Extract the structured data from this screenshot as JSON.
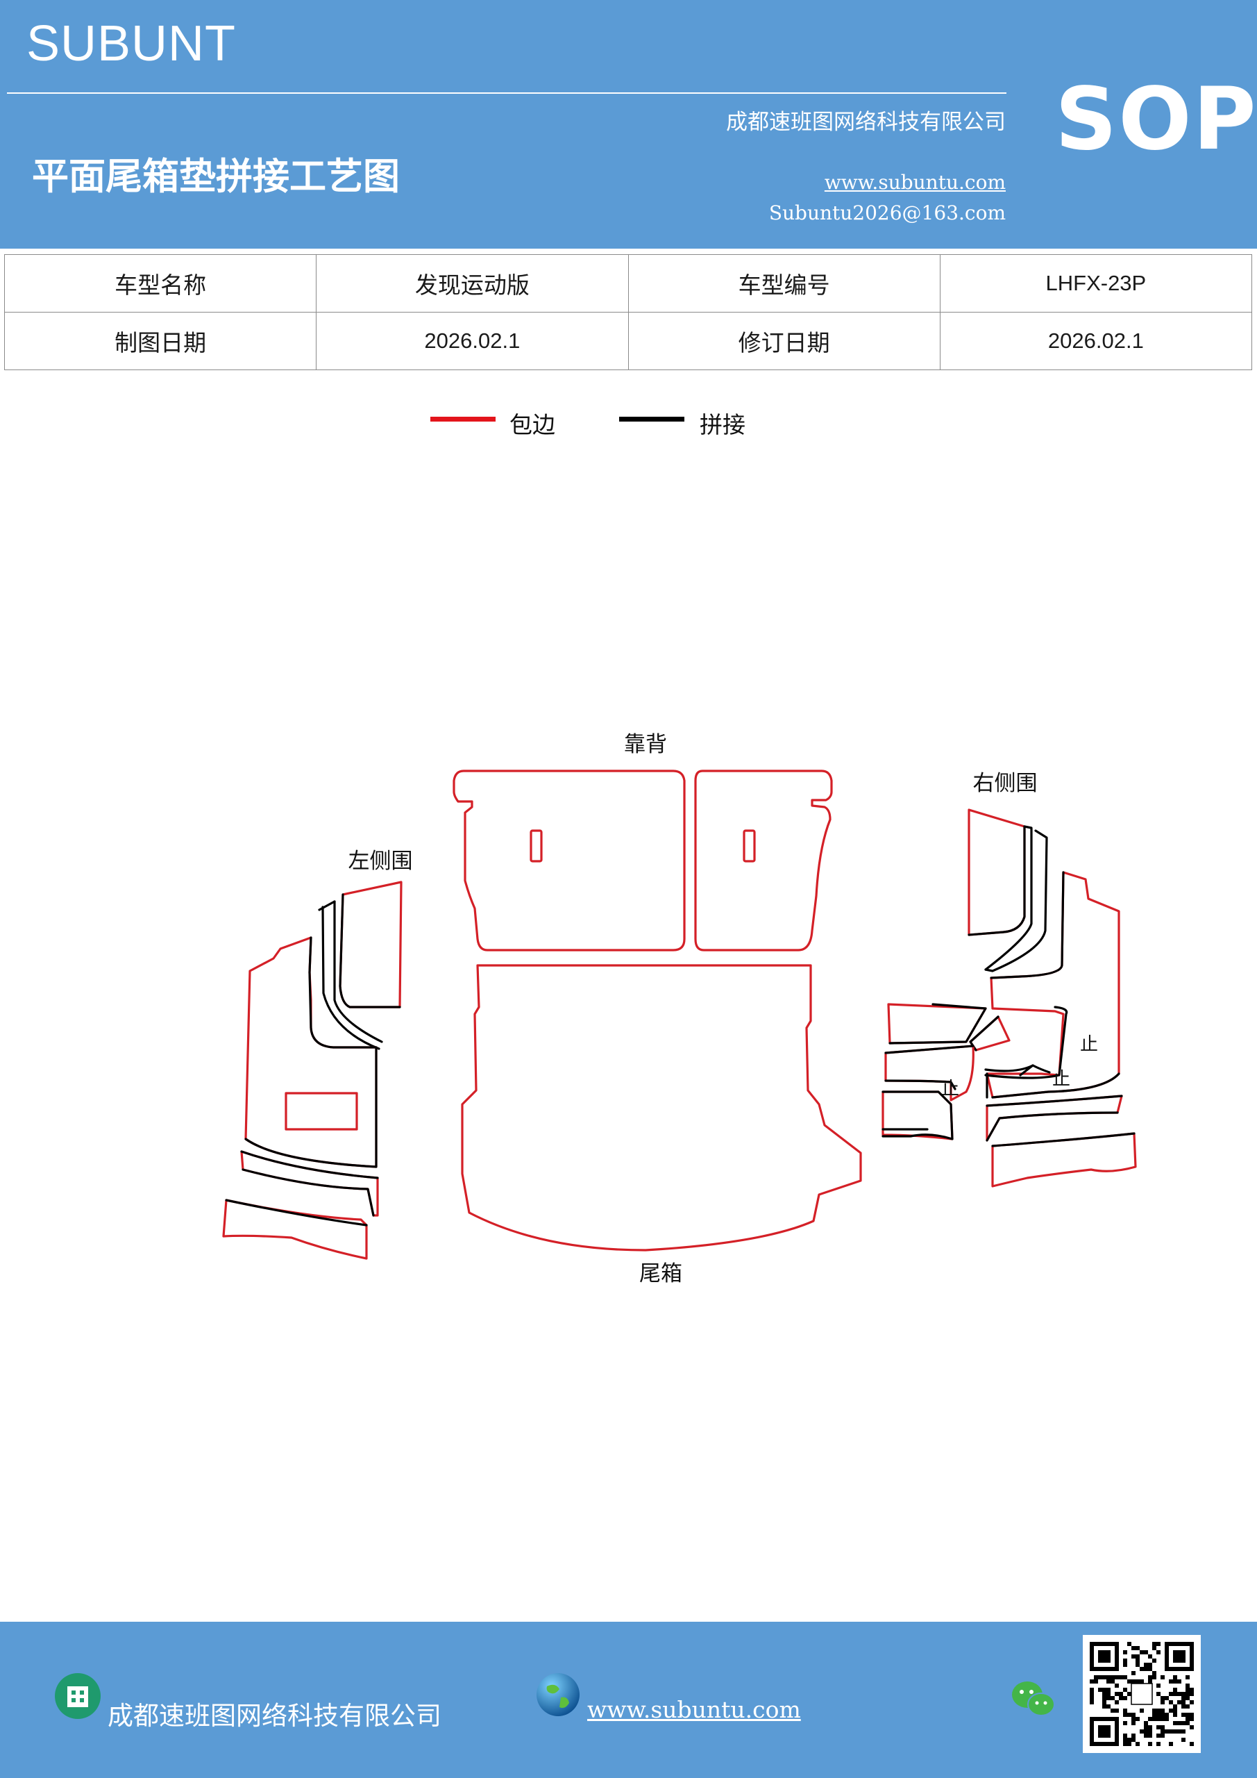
{
  "header": {
    "brand": "SUBUNT",
    "company": "成都速班图网络科技有限公司",
    "title": "平面尾箱垫拼接工艺图",
    "website": "www.subuntu.com",
    "email": "Subuntu2026@163.com",
    "badge": "SOP",
    "background_color": "#5b9bd5"
  },
  "info_table": {
    "rows": [
      [
        "车型名称",
        "发现运动版",
        "车型编号",
        "LHFX-23P"
      ],
      [
        "制图日期",
        "2026.02.1",
        "修订日期",
        "2026.02.1"
      ]
    ]
  },
  "legend": {
    "items": [
      {
        "label": "包边",
        "color": "#e3141b"
      },
      {
        "label": "拼接",
        "color": "#000000"
      }
    ]
  },
  "diagram": {
    "labels": {
      "backrest": "靠背",
      "trunk": "尾箱",
      "left_side": "左侧围",
      "right_side": "右侧围",
      "stop_mark": "止"
    },
    "edge_color": "#d42027",
    "seam_color": "#000000"
  },
  "footer": {
    "company": "成都速班图网络科技有限公司",
    "website": "www.subuntu.com",
    "icons": [
      "building-icon",
      "globe-icon",
      "wechat-icon",
      "qr-code"
    ]
  }
}
